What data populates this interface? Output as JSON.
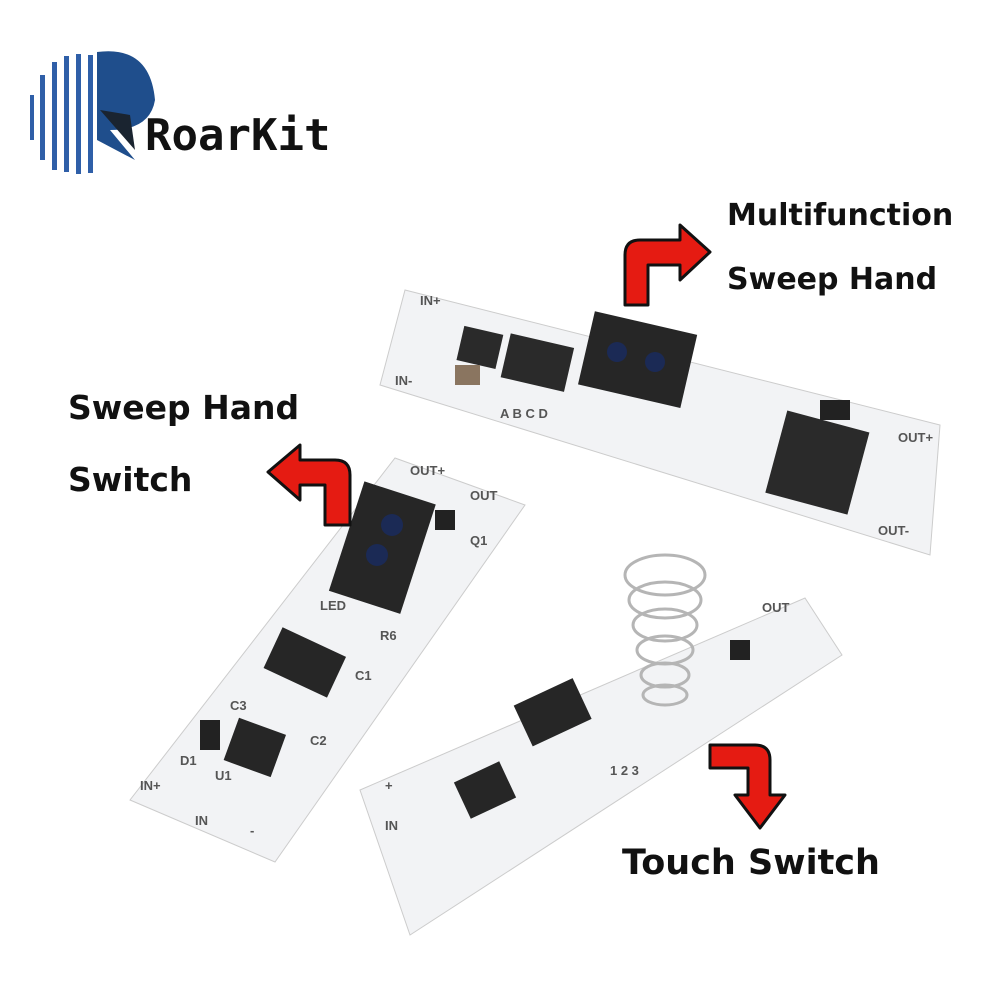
{
  "logo": {
    "text": "RoarKit",
    "color": "#1f4e8c"
  },
  "labels": {
    "multifunction_line1": "Multifunction",
    "multifunction_line2": "Sweep Hand",
    "sweep_line1": "Sweep Hand",
    "sweep_line2": "Switch",
    "touch": "Touch Switch"
  },
  "boards": {
    "multifunction": {
      "silkscreen": [
        "IN+",
        "IN-",
        "A B C D",
        "OUT+",
        "OUT-"
      ]
    },
    "sweep": {
      "silkscreen": [
        "OUT+",
        "OUT",
        "Q1",
        "LED",
        "R6",
        "C1",
        "C3",
        "C2",
        "D1",
        "U1",
        "IN+",
        "IN",
        "-"
      ]
    },
    "touch": {
      "silkscreen": [
        "OUT",
        "1 2 3",
        "+",
        "IN"
      ]
    }
  },
  "colors": {
    "arrow": "#e51b12",
    "board": "#f2f3f5",
    "component": "#262626"
  }
}
